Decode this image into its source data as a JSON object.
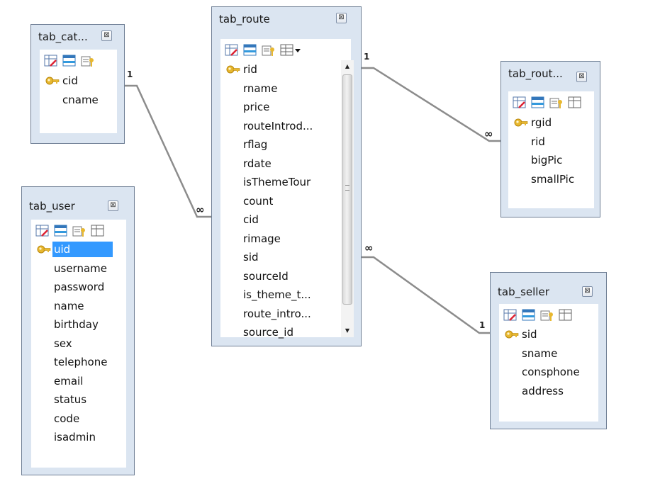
{
  "colors": {
    "card_frame": "#dbe5f1",
    "card_border": "#6f7f95",
    "connector": "#8c8c8c",
    "selection": "#3399ff",
    "primary_key": "#e8b830"
  },
  "tables": {
    "tab_category": {
      "title": "tab_cat...",
      "close_glyph": "⊠",
      "fields": [
        "cid",
        "cname"
      ]
    },
    "tab_route": {
      "title": "tab_route",
      "close_glyph": "⊠",
      "fields": [
        "rid",
        "rname",
        "price",
        "routeIntrod...",
        "rflag",
        "rdate",
        "isThemeTour",
        "count",
        "cid",
        "rimage",
        "sid",
        "sourceId",
        "is_theme_t...",
        "route_intro...",
        "source_id"
      ]
    },
    "tab_route_img": {
      "title": "tab_rout...",
      "close_glyph": "⊠",
      "fields": [
        "rgid",
        "rid",
        "bigPic",
        "smallPic"
      ]
    },
    "tab_user": {
      "title": "tab_user",
      "close_glyph": "⊠",
      "fields": [
        "uid",
        "username",
        "password",
        "name",
        "birthday",
        "sex",
        "telephone",
        "email",
        "status",
        "code",
        "isadmin"
      ],
      "selected_field": "uid"
    },
    "tab_seller": {
      "title": "tab_seller",
      "close_glyph": "⊠",
      "fields": [
        "sid",
        "sname",
        "consphone",
        "address"
      ]
    }
  },
  "relations": {
    "category_route": {
      "one": "1",
      "many": "∞"
    },
    "route_img": {
      "one": "1",
      "many": "∞"
    },
    "route_seller": {
      "one": "1",
      "many": "∞"
    }
  }
}
